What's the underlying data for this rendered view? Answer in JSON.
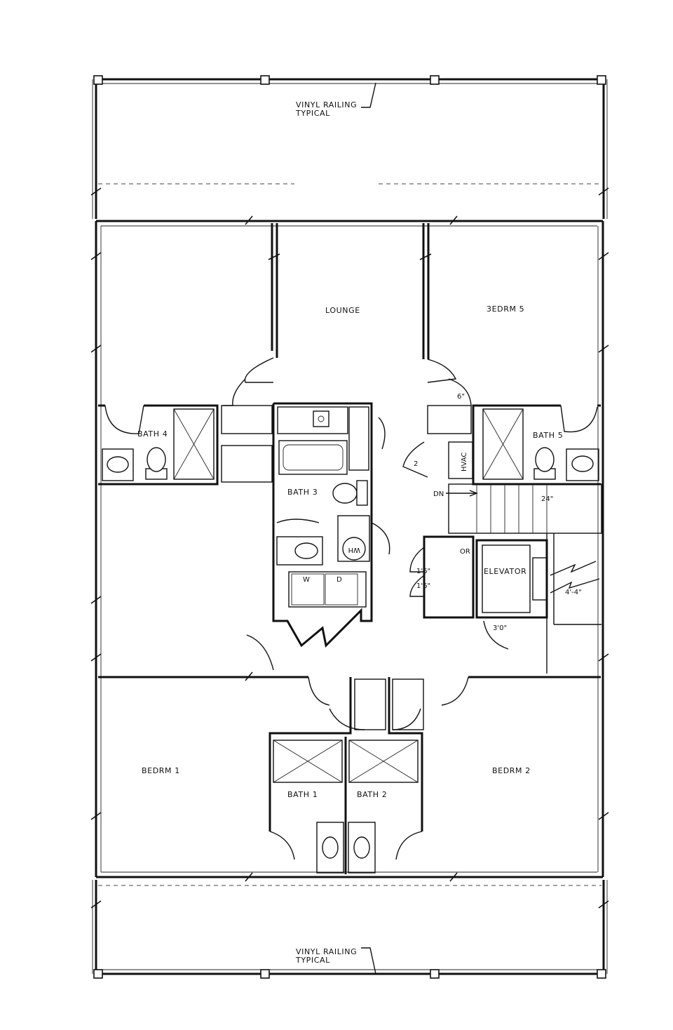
{
  "rooms": {
    "lounge": "LOUNGE",
    "bedrm5": "3EDRM 5",
    "bath4": "BATH 4",
    "bath5": "BATH 5",
    "bath3": "BATH 3",
    "bedrm1": "BEDRM 1",
    "bedrm2": "BEDRM 2",
    "bath1": "BATH 1",
    "bath2": "BATH 2",
    "elevator": "ELEVATOR"
  },
  "notes": {
    "railing_top_line1": "VINYL RAILING",
    "railing_top_line2": "TYPICAL",
    "railing_bottom_line1": "VINYL RAILING",
    "railing_bottom_line2": "TYPICAL"
  },
  "fixtures": {
    "hvac": "HVAC",
    "water_heater": "WH",
    "washer": "W",
    "dryer": "D",
    "stair_down": "DN",
    "closet": "OR"
  },
  "dimensions": {
    "d_1_6_a": "1'6\"",
    "d_1_6_b": "1'6\"",
    "d_3_0": "3'0\"",
    "d_4_4": "4'-4\"",
    "d_24": "24\"",
    "d_6": "6\"",
    "d_2": "2"
  }
}
